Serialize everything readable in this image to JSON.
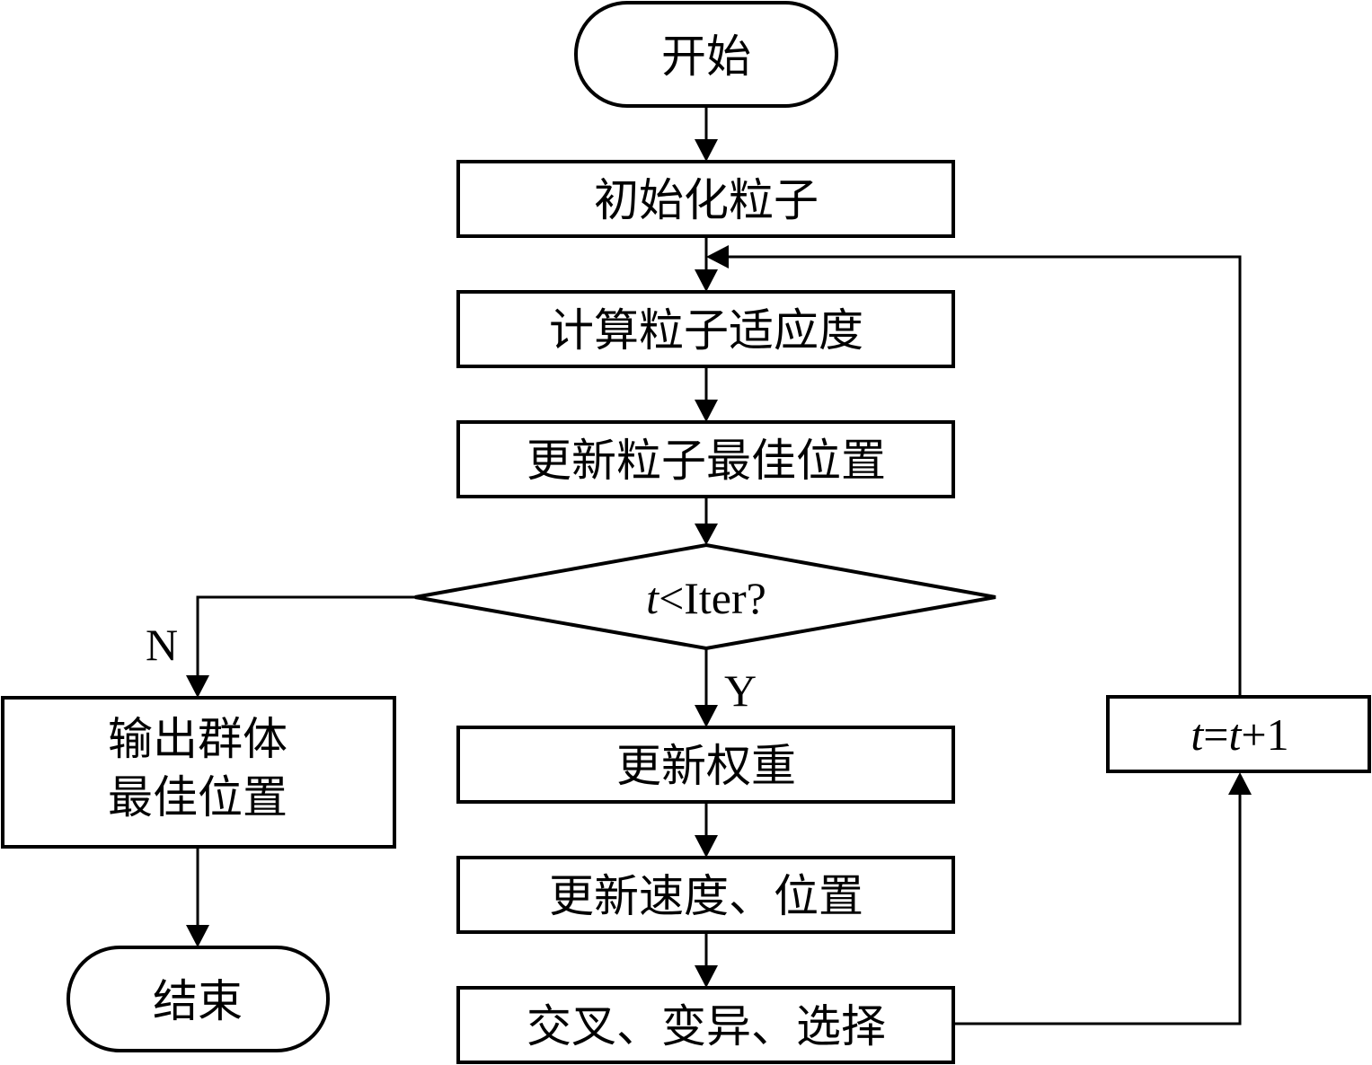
{
  "diagram": {
    "type": "flowchart",
    "nodes": {
      "start": {
        "shape": "terminal",
        "label": "开始"
      },
      "init": {
        "shape": "process",
        "label": "初始化粒子"
      },
      "fitness": {
        "shape": "process",
        "label": "计算粒子适应度"
      },
      "update_best": {
        "shape": "process",
        "label": "更新粒子最佳位置"
      },
      "decision": {
        "shape": "decision",
        "label_var": "t",
        "label_rest": "<Iter?"
      },
      "update_weight": {
        "shape": "process",
        "label": "更新权重"
      },
      "update_velocity": {
        "shape": "process",
        "label": "更新速度、位置"
      },
      "genetic": {
        "shape": "process",
        "label": "交叉、变异、选择"
      },
      "increment": {
        "shape": "process",
        "label_parts": [
          "t",
          "=",
          "t",
          "+1"
        ]
      },
      "output": {
        "shape": "process",
        "label_line1": "输出群体",
        "label_line2": "最佳位置"
      },
      "end": {
        "shape": "terminal",
        "label": "结束"
      }
    },
    "edge_labels": {
      "yes": "Y",
      "no": "N"
    },
    "edges": [
      [
        "start",
        "init"
      ],
      [
        "init",
        "fitness"
      ],
      [
        "fitness",
        "update_best"
      ],
      [
        "update_best",
        "decision"
      ],
      [
        "decision",
        "update_weight",
        "Y"
      ],
      [
        "decision",
        "output",
        "N"
      ],
      [
        "update_weight",
        "update_velocity"
      ],
      [
        "update_velocity",
        "genetic"
      ],
      [
        "genetic",
        "increment"
      ],
      [
        "increment",
        "fitness"
      ],
      [
        "output",
        "end"
      ]
    ]
  }
}
